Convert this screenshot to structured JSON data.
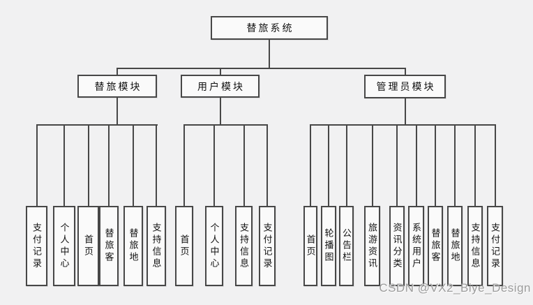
{
  "diagram": {
    "root": {
      "label": "替旅系统"
    },
    "modules": [
      {
        "label": "替旅模块",
        "leaves": [
          "支付记录",
          "个人中心",
          "首页",
          "替旅客",
          "替旅地",
          "支持信息"
        ]
      },
      {
        "label": "用户模块",
        "leaves": [
          "首页",
          "个人中心",
          "支持信息",
          "支付记录"
        ]
      },
      {
        "label": "管理员模块",
        "leaves": [
          "首页",
          "轮播图",
          "公告栏",
          "旅游资讯",
          "资讯分类",
          "系统用户",
          "替旅客",
          "替旅地",
          "支持信息",
          "支付记录"
        ]
      }
    ]
  },
  "watermark": "CSDN @VX2_Biye_Design",
  "colors": {
    "background": "#f1f1f2",
    "box_fill": "#fafafa",
    "box_border": "#474747",
    "connector_line": "#474747",
    "text": "#111111",
    "watermark_text": "#9c9c9c"
  }
}
